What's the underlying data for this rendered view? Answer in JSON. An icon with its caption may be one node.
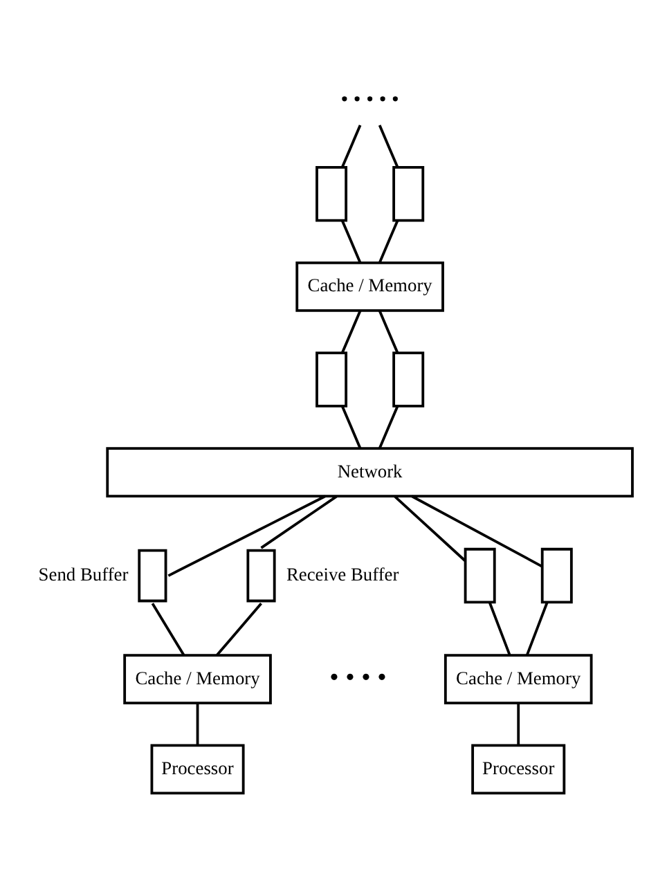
{
  "diagram": {
    "nodes": [
      {
        "text": [
          "• • • • •"
        ]
      },
      {
        "text": [],
        "shape": "box"
      },
      {
        "text": [],
        "shape": "box"
      },
      {
        "text": [
          "Cache / Memory"
        ]
      },
      {
        "text": [],
        "shape": "box"
      },
      {
        "text": [],
        "shape": "box"
      },
      {
        "text": [
          "Network"
        ]
      },
      {
        "text": [],
        "shape": "box",
        "beside": [
          "Send Buffer"
        ]
      },
      {
        "text": [],
        "shape": "box",
        "beside": [
          "Receive Buffer"
        ]
      },
      {
        "text": [],
        "shape": "box"
      },
      {
        "text": [],
        "shape": "box"
      },
      {
        "text": [
          "Cache / Memory"
        ]
      },
      {
        "text": [
          "Cache / Memory"
        ]
      },
      {
        "text": [
          "Processor"
        ]
      },
      {
        "text": [
          "Processor"
        ]
      }
    ],
    "edges": [
      {
        "from": 0,
        "to": 1,
        "arrow": "none"
      },
      {
        "from": 0,
        "to": 2,
        "arrow": "none"
      },
      {
        "from": 1,
        "to": 3,
        "arrow": "none"
      },
      {
        "from": 2,
        "to": 3,
        "arrow": "none"
      },
      {
        "from": 3,
        "to": 4,
        "arrow": "none"
      },
      {
        "from": 3,
        "to": 5,
        "arrow": "none"
      },
      {
        "from": 4,
        "to": 6,
        "arrow": "none"
      },
      {
        "from": 5,
        "to": 6,
        "arrow": "none"
      },
      {
        "from": 6,
        "to": 7,
        "arrow": "none"
      },
      {
        "from": 6,
        "to": 8,
        "arrow": "none"
      },
      {
        "from": 6,
        "to": 9,
        "arrow": "none"
      },
      {
        "from": 6,
        "to": 10,
        "arrow": "none"
      },
      {
        "from": 7,
        "to": 11,
        "arrow": "none"
      },
      {
        "from": 8,
        "to": 11,
        "arrow": "none"
      },
      {
        "from": 9,
        "to": 12,
        "arrow": "none"
      },
      {
        "from": 10,
        "to": 12,
        "arrow": "none"
      },
      {
        "from": 11,
        "to": 13,
        "arrow": "none"
      },
      {
        "from": 12,
        "to": 14,
        "arrow": "none"
      }
    ],
    "labels": [
      "• • • •"
    ]
  }
}
